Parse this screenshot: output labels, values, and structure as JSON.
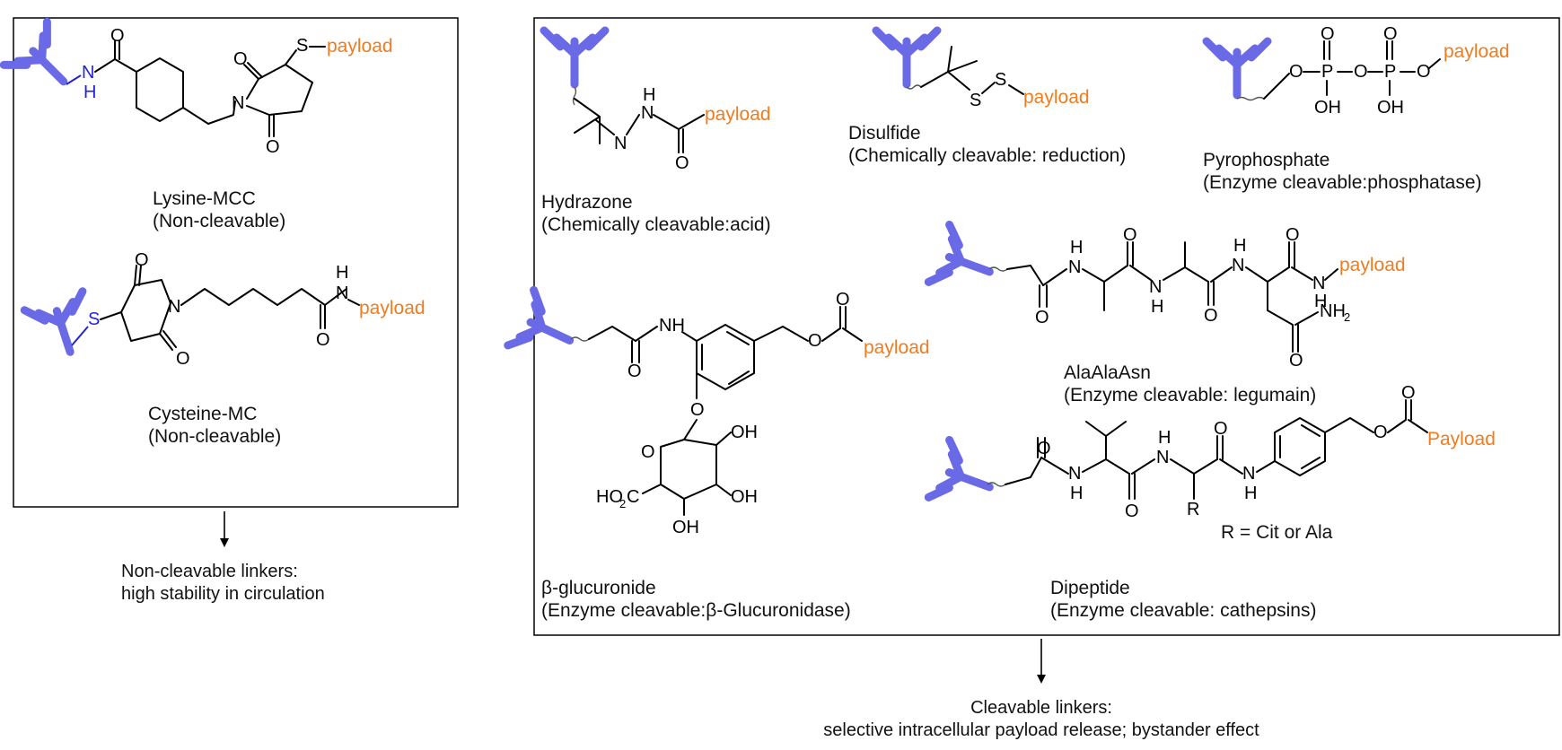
{
  "colors": {
    "antibody": "#6a6ae6",
    "payload": "#f07c1e",
    "linker_atom_blue": "#2424d6",
    "text": "#111111"
  },
  "atoms": {
    "O": "O",
    "N": "N",
    "S": "S",
    "H": "H",
    "OH": "OH",
    "NH": "NH",
    "P": "P",
    "R": "R",
    "HO": "HO",
    "sub2": "2",
    "C": "C"
  },
  "payload_lower": "payload",
  "payload_upper": "Payload",
  "non_cleavable": {
    "lysine": {
      "name": "Lysine-MCC",
      "type": "(Non-cleavable)"
    },
    "cysteine": {
      "name": "Cysteine-MC",
      "type": "(Non-cleavable)"
    },
    "summary": [
      "Non-cleavable linkers:",
      "high stability in circulation"
    ]
  },
  "cleavable": {
    "hydrazone": {
      "name": "Hydrazone",
      "type": "(Chemically cleavable:acid)"
    },
    "disulfide": {
      "name": "Disulfide",
      "type": "(Chemically cleavable: reduction)"
    },
    "pyrophosphate": {
      "name": "Pyrophosphate",
      "type": "(Enzyme cleavable:phosphatase)"
    },
    "alaalaasn": {
      "name": "AlaAlaAsn",
      "type": "(Enzyme cleavable: legumain)"
    },
    "glucuronide": {
      "name": "β-glucuronide",
      "type": "(Enzyme cleavable:β-Glucuronidase)"
    },
    "dipeptide": {
      "name": "Dipeptide",
      "type": "(Enzyme cleavable: cathepsins)",
      "r_group": "R = Cit or Ala"
    },
    "summary": [
      "Cleavable linkers:",
      "selective intracellular payload release; bystander effect"
    ]
  }
}
